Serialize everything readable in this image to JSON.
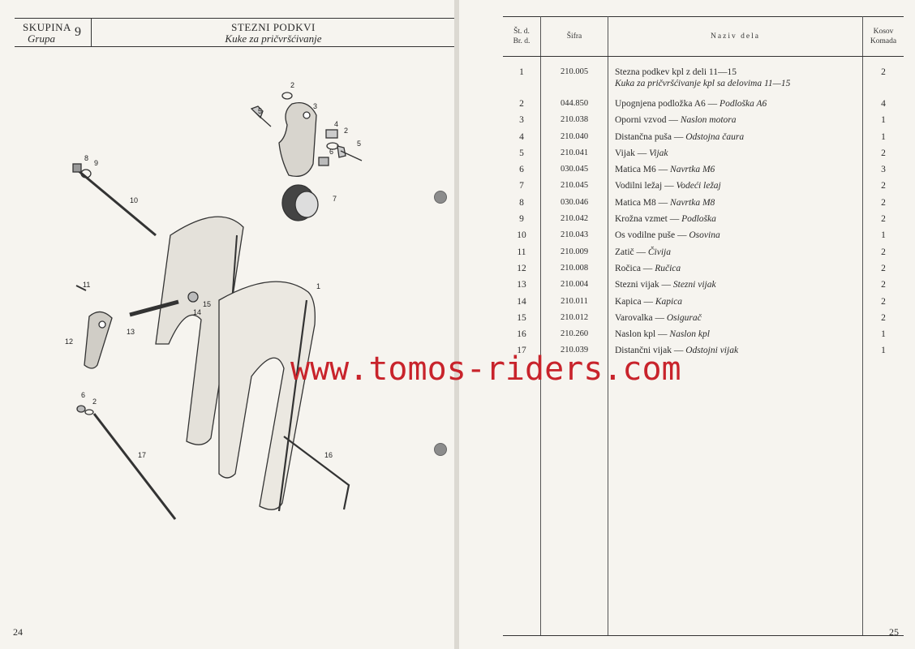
{
  "left_page": {
    "group_label": "SKUPINA",
    "group_label_alt": "Grupa",
    "group_number": "9",
    "title": "STEZNI PODKVI",
    "subtitle": "Kuke za pričvršćivanje",
    "page_number": "24",
    "callouts": [
      "2",
      "5",
      "3",
      "4",
      "2",
      "6",
      "5",
      "8",
      "9",
      "10",
      "7",
      "11",
      "1",
      "15",
      "14",
      "13",
      "12",
      "6",
      "2",
      "17",
      "16"
    ]
  },
  "right_page": {
    "page_number": "25",
    "columns": {
      "no": [
        "Št. d.",
        "Br. d."
      ],
      "code": "Šifra",
      "name": "Naziv dela",
      "qty": [
        "Kosov",
        "Komada"
      ]
    },
    "rows": [
      {
        "no": "1",
        "code": "210.005",
        "name": "Stezna podkev kpl z deli 11—15",
        "name_alt": "Kuka za pričvršćivanje kpl sa delovima 11—15",
        "qty": "2"
      },
      {
        "no": "2",
        "code": "044.850",
        "name": "Upognjena podložka A6 —",
        "name_alt": "Podloška A6",
        "qty": "4"
      },
      {
        "no": "3",
        "code": "210.038",
        "name": "Oporni vzvod —",
        "name_alt": "Naslon motora",
        "qty": "1"
      },
      {
        "no": "4",
        "code": "210.040",
        "name": "Distančna puša —",
        "name_alt": "Odstojna čaura",
        "qty": "1"
      },
      {
        "no": "5",
        "code": "210.041",
        "name": "Vijak —",
        "name_alt": "Vijak",
        "qty": "2"
      },
      {
        "no": "6",
        "code": "030.045",
        "name": "Matica M6 —",
        "name_alt": "Navrtka M6",
        "qty": "3"
      },
      {
        "no": "7",
        "code": "210.045",
        "name": "Vodilni ležaj —",
        "name_alt": "Vodeći ležaj",
        "qty": "2"
      },
      {
        "no": "8",
        "code": "030.046",
        "name": "Matica M8 —",
        "name_alt": "Navrtka M8",
        "qty": "2"
      },
      {
        "no": "9",
        "code": "210.042",
        "name": "Krožna vzmet —",
        "name_alt": "Podloška",
        "qty": "2"
      },
      {
        "no": "10",
        "code": "210.043",
        "name": "Os vodilne puše —",
        "name_alt": "Osovina",
        "qty": "1"
      },
      {
        "no": "11",
        "code": "210.009",
        "name": "Zatič —",
        "name_alt": "Čivija",
        "qty": "2"
      },
      {
        "no": "12",
        "code": "210.008",
        "name": "Ročica —",
        "name_alt": "Ručica",
        "qty": "2"
      },
      {
        "no": "13",
        "code": "210.004",
        "name": "Stezni vijak —",
        "name_alt": "Stezni vijak",
        "qty": "2"
      },
      {
        "no": "14",
        "code": "210.011",
        "name": "Kapica —",
        "name_alt": "Kapica",
        "qty": "2"
      },
      {
        "no": "15",
        "code": "210.012",
        "name": "Varovalka —",
        "name_alt": "Osigurač",
        "qty": "2"
      },
      {
        "no": "16",
        "code": "210.260",
        "name": "Naslon kpl —",
        "name_alt": "Naslon kpl",
        "qty": "1"
      },
      {
        "no": "17",
        "code": "210.039",
        "name": "Distančni vijak —",
        "name_alt": "Odstojni vijak",
        "qty": "1"
      }
    ]
  },
  "watermark": "www.tomos-riders.com"
}
